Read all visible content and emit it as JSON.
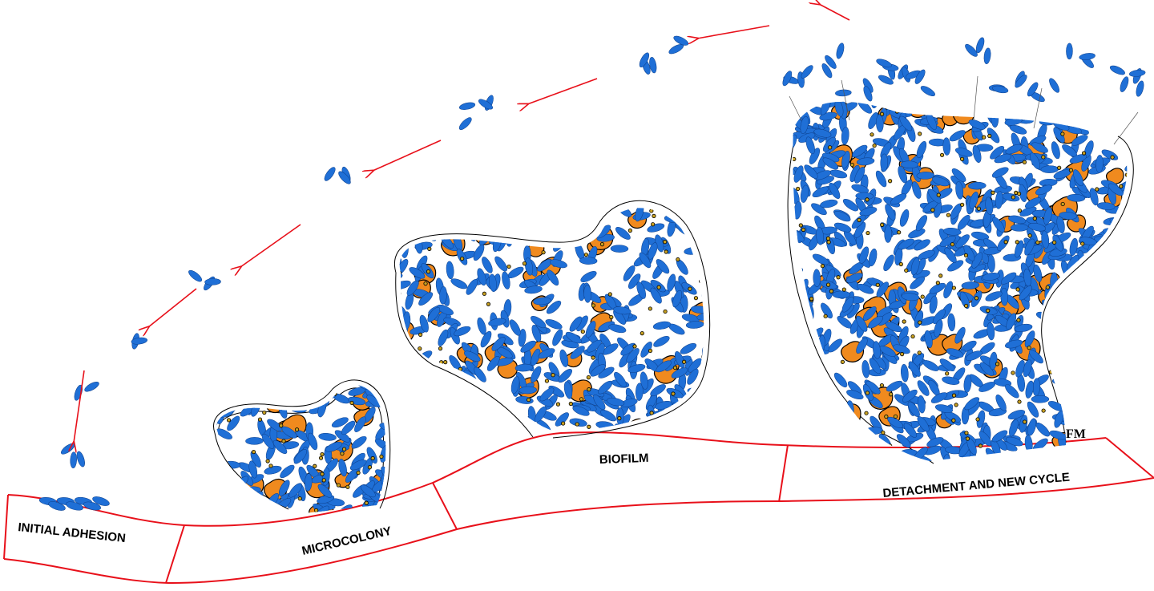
{
  "stages": [
    {
      "label": "INITIAL  ADHESION"
    },
    {
      "label": "MICROCOLONY"
    },
    {
      "label": "BIOFILM"
    },
    {
      "label": "DETACHMENT AND NEW CYCLE"
    }
  ],
  "matrix_label": "FM",
  "colors": {
    "bacteria": "#1f6fd6",
    "matrix": "#f08a1e",
    "arrows": "#e8101a",
    "substrate": "#e8101a",
    "outline": "#000000"
  }
}
